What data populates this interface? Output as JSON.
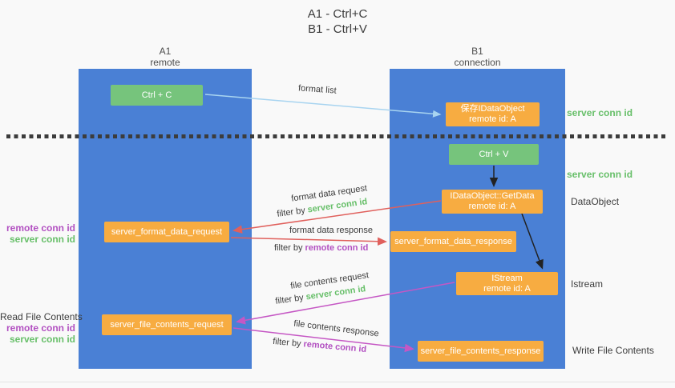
{
  "title": {
    "line1": "A1 - Ctrl+C",
    "line2": "B1 - Ctrl+V"
  },
  "columns": {
    "left": {
      "id": "A1",
      "label": "remote"
    },
    "right": {
      "id": "B1",
      "label": "connection"
    }
  },
  "nodes": {
    "ctrl_c": "Ctrl + C",
    "save_dataobject": {
      "line1": "保存IDataObject",
      "line2": "remote id: A"
    },
    "ctrl_v": "Ctrl + V",
    "getdata": {
      "line1": "IDataObject::GetData",
      "line2": "remote id: A"
    },
    "format_request": "server_format_data_request",
    "format_response": "server_format_data_response",
    "istream": {
      "line1": "IStream",
      "line2": "remote id: A"
    },
    "file_request": "server_file_contents_request",
    "file_response": "server_file_contents_response"
  },
  "flow_labels": {
    "format_list": "format list",
    "format_data_request": "format data request",
    "format_data_response": "format data response",
    "file_contents_request": "file contents request",
    "file_contents_response": "file contents response",
    "filter_by": "filter by",
    "server_conn_id": "server conn id",
    "remote_conn_id": "remote conn id"
  },
  "annotations": {
    "right": {
      "server_conn_id_1": "server conn id",
      "server_conn_id_2": "server conn id",
      "dataobject": "DataObject",
      "istream": "Istream",
      "write_file_contents": "Write File Contents"
    },
    "left": {
      "remote_conn_id_1": "remote conn id",
      "server_conn_id_1": "server conn id",
      "read_file_contents": "Read File Contents",
      "remote_conn_id_2": "remote conn id",
      "server_conn_id_2": "server conn id"
    }
  },
  "colors": {
    "column_blue": "#4a80d5",
    "box_green": "#76c47c",
    "box_orange": "#f7ac41",
    "arrow_red": "#e0605c",
    "arrow_magenta": "#c557c4",
    "arrow_lightblue": "#a8d4f0",
    "arrow_black": "#222222",
    "text_green": "#67bf69",
    "text_purple": "#b250c1",
    "background": "#f9f9f9"
  }
}
